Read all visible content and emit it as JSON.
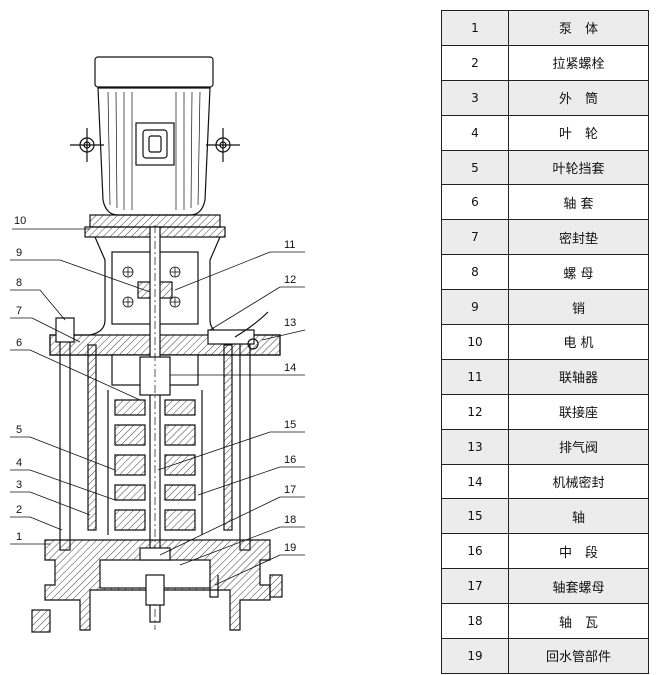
{
  "parts": [
    {
      "num": "1",
      "name": "泵　体"
    },
    {
      "num": "2",
      "name": "拉紧螺栓"
    },
    {
      "num": "3",
      "name": "外　筒"
    },
    {
      "num": "4",
      "name": "叶　轮"
    },
    {
      "num": "5",
      "name": "叶轮挡套"
    },
    {
      "num": "6",
      "name": "轴 套"
    },
    {
      "num": "7",
      "name": "密封垫"
    },
    {
      "num": "8",
      "name": "螺 母"
    },
    {
      "num": "9",
      "name": "销"
    },
    {
      "num": "10",
      "name": "电 机"
    },
    {
      "num": "11",
      "name": "联轴器"
    },
    {
      "num": "12",
      "name": "联接座"
    },
    {
      "num": "13",
      "name": "排气阀"
    },
    {
      "num": "14",
      "name": "机械密封"
    },
    {
      "num": "15",
      "name": "轴"
    },
    {
      "num": "16",
      "name": "中　段"
    },
    {
      "num": "17",
      "name": "轴套螺母"
    },
    {
      "num": "18",
      "name": "轴　瓦"
    },
    {
      "num": "19",
      "name": "回水管部件"
    }
  ],
  "callouts": [
    "1",
    "2",
    "3",
    "4",
    "5",
    "6",
    "7",
    "8",
    "9",
    "10",
    "11",
    "12",
    "13",
    "14",
    "15",
    "16",
    "17",
    "18",
    "19"
  ],
  "colors": {
    "line": "#111111",
    "shade": "#ececec"
  }
}
